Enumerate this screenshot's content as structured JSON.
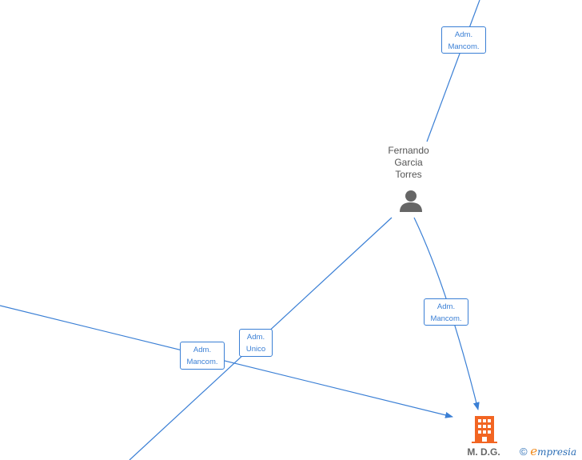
{
  "colors": {
    "edge": "#3a7fd5",
    "company": "#f26522",
    "person": "#666666"
  },
  "person": {
    "name_lines": [
      "Fernando",
      "Garcia",
      "Torres"
    ],
    "icon": "person-icon"
  },
  "company": {
    "name": "M. D.G.",
    "icon": "building-icon"
  },
  "edges": [
    {
      "label_lines": [
        "Adm.",
        "Mancom."
      ]
    },
    {
      "label_lines": [
        "Adm.",
        "Mancom."
      ]
    },
    {
      "label_lines": [
        "Adm.",
        "Unico"
      ]
    },
    {
      "label_lines": [
        "Adm.",
        "Mancom."
      ]
    }
  ],
  "watermark": {
    "symbol": "©",
    "brand_first": "e",
    "brand_rest": "mpresia"
  }
}
